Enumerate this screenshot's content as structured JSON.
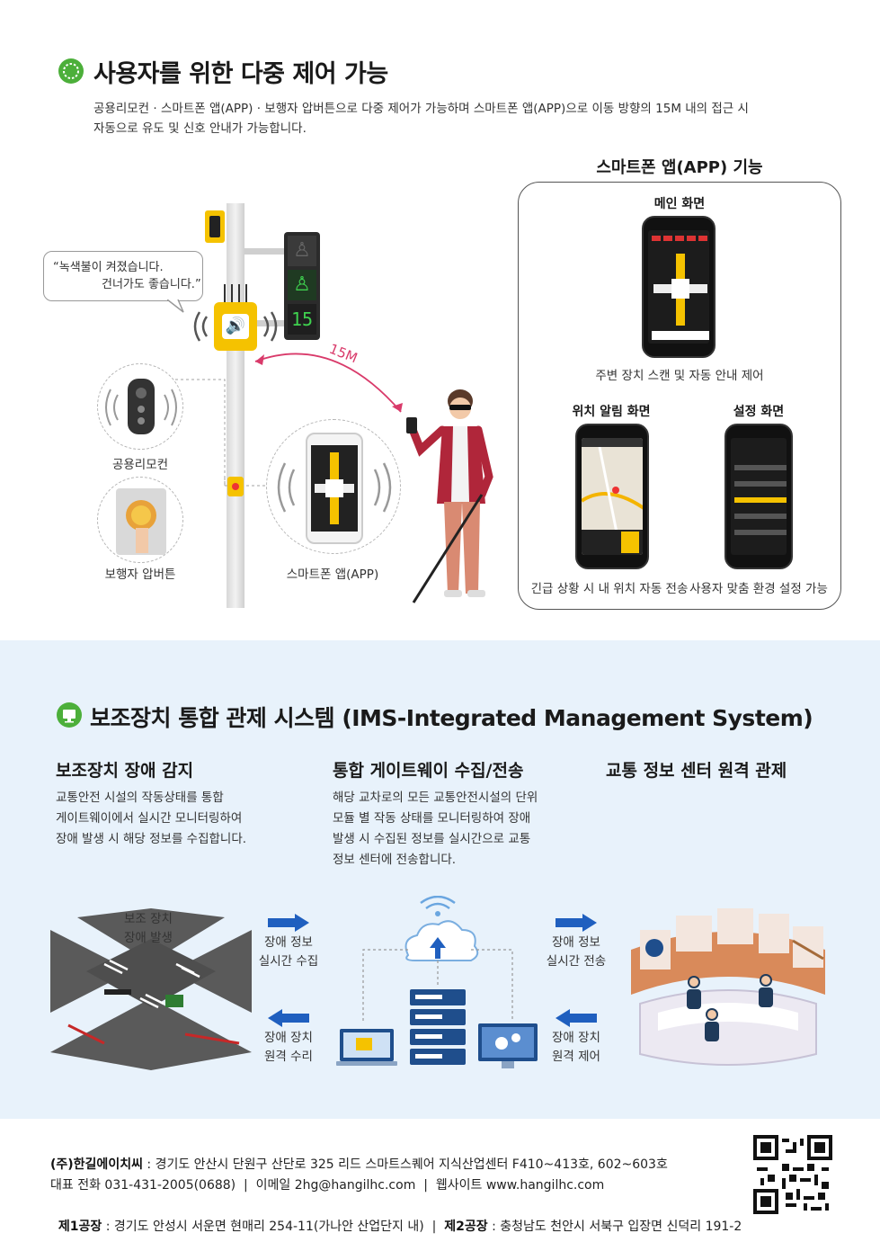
{
  "section1": {
    "title": "사용자를 위한 다중 제어 가능",
    "desc_line1": "공용리모컨 · 스마트폰 앱(APP) · 보행자 압버튼으로 다중 제어가 가능하며 스마트폰 앱(APP)으로 이동 방향의 15M 내의 접근 시",
    "desc_line2": "자동으로 유도 및 신호 안내가 가능합니다.",
    "speech_line1": "“녹색불이 켜졌습니다.",
    "speech_line2": "건너가도 좋습니다.”",
    "countdown": "15",
    "distance": "15M",
    "remote_label": "공용리모컨",
    "button_label": "보행자 압버튼",
    "app_label": "스마트폰 앱(APP)"
  },
  "app_panel": {
    "title": "스마트폰 앱(APP) 기능",
    "main_title": "메인 화면",
    "main_caption": "주변 장치 스캔 및 자동 안내 제어",
    "location_title": "위치 알림 화면",
    "location_caption": "긴급 상황 시 내 위치 자동 전송",
    "settings_title": "설정 화면",
    "settings_caption": "사용자 맞춤 환경 설정 가능"
  },
  "section2": {
    "title": "보조장치 통합 관제 시스템 (IMS-Integrated Management System)",
    "col1_title": "보조장치 장애 감지",
    "col1_line1": "교통안전 시설의 작동상태를 통합",
    "col1_line2": "게이트웨이에서 실시간 모니터링하여",
    "col1_line3": "장애 발생 시 해당  정보를 수집합니다.",
    "col2_title": "통합 게이트웨이 수집/전송",
    "col2_line1": "해당 교차로의 모든 교통안전시설의 단위",
    "col2_line2": "모듈 별 작동 상태를 모니터링하여 장애",
    "col2_line3": "발생 시 수집된 정보를 실시간으로 교통",
    "col2_line4": "정보 센터에 전송합니다.",
    "col3_title": "교통 정보 센터 원격 관제",
    "fault_line1": "보조 장치",
    "fault_line2": "장애 발생",
    "collect_line1": "장애 정보",
    "collect_line2": "실시간 수집",
    "repair_line1": "장애 장치",
    "repair_line2": "원격 수리",
    "send_line1": "장애 정보",
    "send_line2": "실시간 전송",
    "control_line1": "장애 장치",
    "control_line2": "원격 제어"
  },
  "footer": {
    "company": "(주)한길에이치씨",
    "address": " : 경기도 안산시 단원구 산단로 325 리드 스마트스퀘어 지식산업센터 F410~413호, 602~603호",
    "contact": "대표 전화 031-431-2005(0688)  |  이메일 2hg@hangilhc.com  |  웹사이트 www.hangilhc.com",
    "factory1_label": "제1공장",
    "factory1": " : 경기도 안성시 서운면 현매리 254-11(가나안 산업단지 내)  |  ",
    "factory2_label": "제2공장",
    "factory2": " : 충청남도 천안시 서북구 입장면 신덕리 191-2"
  },
  "colors": {
    "green": "#4caf3a",
    "yellow": "#f5c200",
    "crimson": "#b0263a",
    "blue_arrow": "#1f5fbf",
    "pink_arrow": "#d93a6a"
  }
}
